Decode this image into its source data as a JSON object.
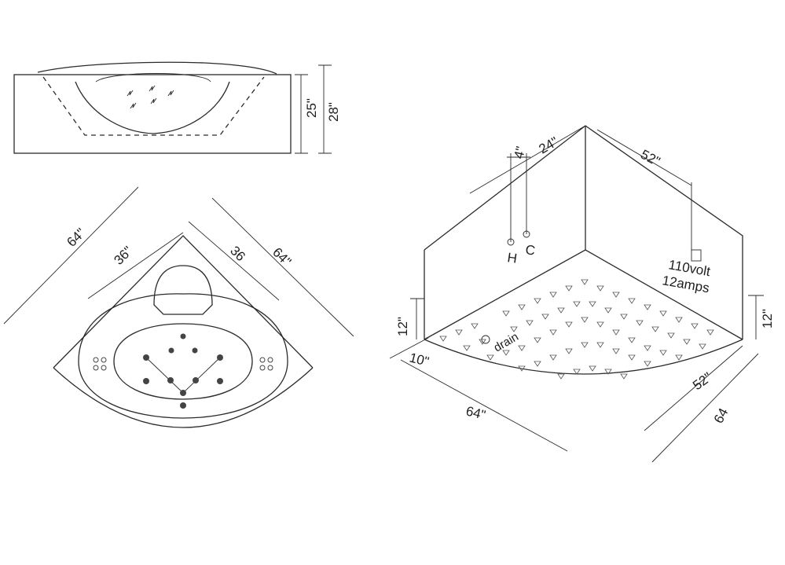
{
  "side_view": {
    "dims": [
      "25\"",
      "28\""
    ]
  },
  "top_view": {
    "dims": [
      "64\"",
      "36\"",
      "36",
      "64\""
    ]
  },
  "install_view": {
    "dims_top": [
      "4\"",
      "24\"",
      "52\""
    ],
    "valve_labels": [
      "H",
      "C"
    ],
    "outlet_labels": [
      "110volt",
      "12amps"
    ],
    "drain_label": "drain",
    "dims_side": [
      "12\"",
      "12\""
    ],
    "dims_bottom": [
      "10\"",
      "64\"",
      "52\"",
      "64"
    ]
  }
}
